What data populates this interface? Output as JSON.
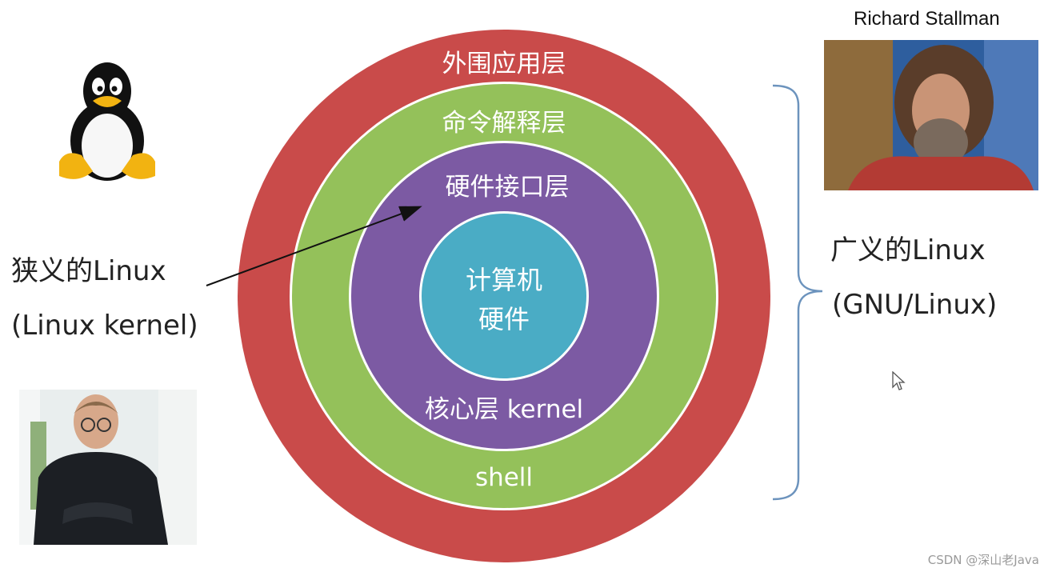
{
  "diagram": {
    "layers": [
      {
        "label": "外围应用层",
        "color": "#c94b4a"
      },
      {
        "label": "命令解释层",
        "color": "#94c15a"
      },
      {
        "label": "硬件接口层",
        "color": "#7c5aa3"
      }
    ],
    "core": {
      "line1": "计算机",
      "line2": "硬件",
      "color": "#4aacc5"
    },
    "kernel_label": "核心层 kernel",
    "shell_label": "shell"
  },
  "left_annotation": {
    "line1": "狭义的Linux",
    "line2": "(Linux kernel)"
  },
  "right_annotation": {
    "line1": "广义的Linux",
    "line2": "(GNU/Linux)"
  },
  "photos": {
    "stallman_caption": "Richard Stallman"
  },
  "watermark": "CSDN @深山老Java"
}
